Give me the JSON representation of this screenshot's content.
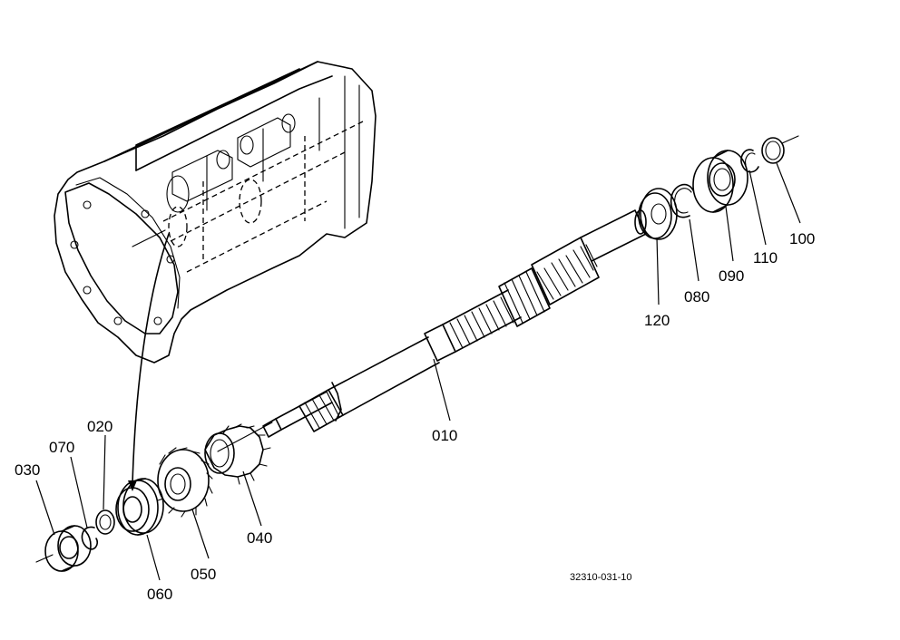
{
  "diagram": {
    "callouts": [
      {
        "id": "010",
        "text": "010"
      },
      {
        "id": "020",
        "text": "020"
      },
      {
        "id": "030",
        "text": "030"
      },
      {
        "id": "040",
        "text": "040"
      },
      {
        "id": "050",
        "text": "050"
      },
      {
        "id": "060",
        "text": "060"
      },
      {
        "id": "070",
        "text": "070"
      },
      {
        "id": "080",
        "text": "080"
      },
      {
        "id": "090",
        "text": "090"
      },
      {
        "id": "100",
        "text": "100"
      },
      {
        "id": "110",
        "text": "110"
      },
      {
        "id": "120",
        "text": "120"
      }
    ],
    "drawing_number": "32310-031-10"
  }
}
